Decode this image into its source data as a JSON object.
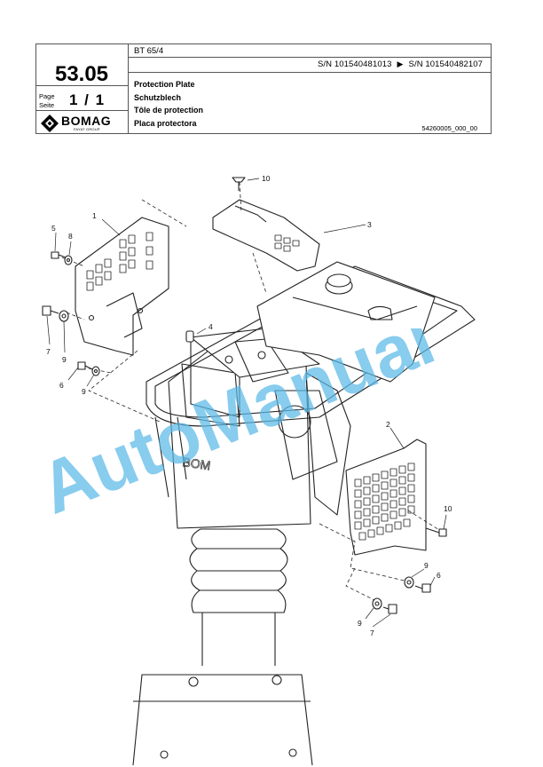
{
  "header": {
    "model": "BT 65/4",
    "section_number": "53.05",
    "page_label_1": "Page",
    "page_label_2": "Seite",
    "page_number": "1 / 1",
    "serial_from": "S/N 101540481013",
    "serial_arrow": "▶",
    "serial_to": "S/N 101540482107",
    "titles": [
      "Protection Plate",
      "Schutzblech",
      "Tôle de protection",
      "Placa protectora"
    ],
    "image_code": "54260005_000_00",
    "logo": {
      "brand": "BOMAG",
      "sub": "FAYAT GROUP"
    }
  },
  "callouts": [
    "10",
    "1",
    "3",
    "5",
    "8",
    "7",
    "9",
    "4",
    "6",
    "9",
    "2",
    "10",
    "9",
    "6",
    "9",
    "7"
  ],
  "watermark": "AutoManual",
  "colors": {
    "watermark": "#5ab8e8",
    "line": "#222222",
    "border": "#555555"
  }
}
